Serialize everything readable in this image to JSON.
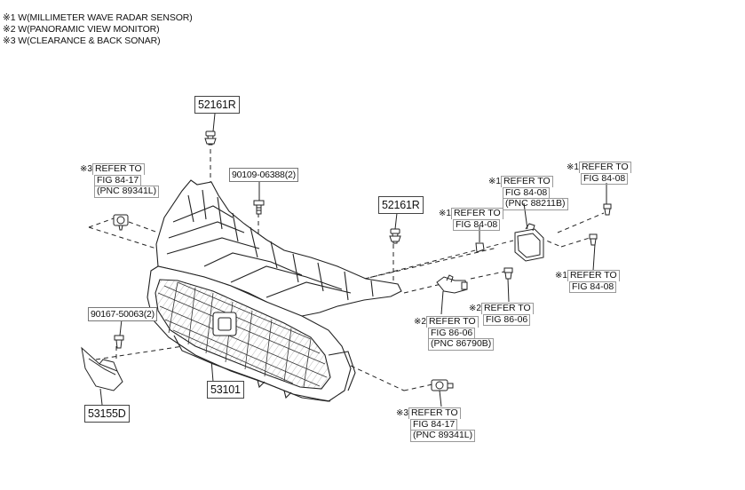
{
  "notes": [
    "※1 W(MILLIMETER WAVE RADAR SENSOR)",
    "※2 W(PANORAMIC VIEW MONITOR)",
    "※3 W(CLEARANCE & BACK SONAR)"
  ],
  "parts": {
    "p52161r_top": "52161R",
    "p52161r_mid": "52161R",
    "p90109": "90109-06388(2)",
    "p90167": "90167-50063(2)",
    "p53101": "53101",
    "p53155d": "53155D"
  },
  "refs": {
    "sonar_left": {
      "mark": "※3",
      "lines": [
        "REFER TO",
        "FIG 84-17",
        "(PNC 89341L)"
      ]
    },
    "radar_a": {
      "mark": "※1",
      "lines": [
        "REFER TO",
        "FIG 84-08"
      ]
    },
    "radar_b": {
      "mark": "※1",
      "lines": [
        "REFER TO",
        "FIG 84-08",
        "(PNC 88211B)"
      ]
    },
    "radar_c": {
      "mark": "※1",
      "lines": [
        "REFER TO",
        "FIG 84-08"
      ]
    },
    "radar_d": {
      "mark": "※1",
      "lines": [
        "REFER TO",
        "FIG 84-08"
      ]
    },
    "camera_a": {
      "mark": "※2",
      "lines": [
        "REFER TO",
        "FIG 86-06"
      ]
    },
    "camera_b": {
      "mark": "※2",
      "lines": [
        "REFER TO",
        "FIG 86-06",
        "(PNC 86790B)"
      ]
    },
    "sonar_bottom": {
      "mark": "※3",
      "lines": [
        "REFER TO",
        "FIG 84-17",
        "(PNC 89341L)"
      ]
    }
  }
}
